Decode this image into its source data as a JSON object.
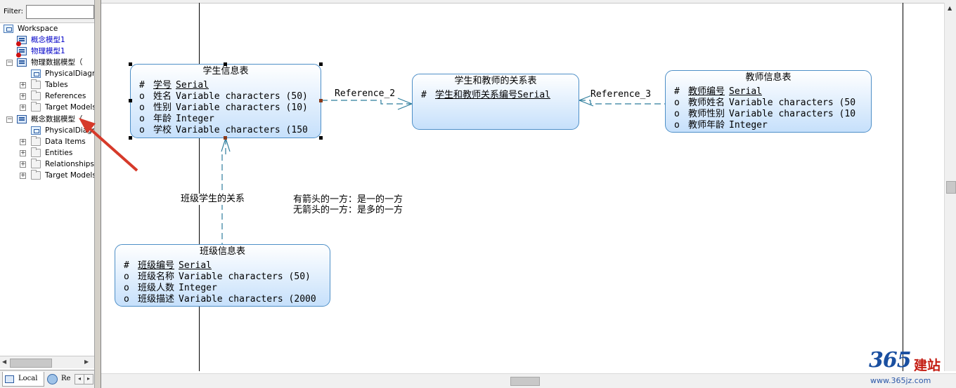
{
  "filter": {
    "label": "Filter:",
    "value": ""
  },
  "tree": [
    {
      "label": "Workspace",
      "type": "workspace"
    },
    {
      "label": "概念模型1",
      "type": "cdm",
      "blue": true
    },
    {
      "label": "物理模型1",
      "type": "pdm",
      "blue": true
    },
    {
      "label": "物理数据模型（",
      "type": "pdm",
      "expander": "−"
    },
    {
      "label": "PhysicalDiagram",
      "type": "diagram"
    },
    {
      "label": "Tables",
      "type": "folder",
      "expander": "+"
    },
    {
      "label": "References",
      "type": "folder",
      "expander": "+"
    },
    {
      "label": "Target Models",
      "type": "folder",
      "expander": "+"
    },
    {
      "label": "概念数据模型（",
      "type": "cdm",
      "expander": "−"
    },
    {
      "label": "PhysicalDiagram",
      "type": "diagram"
    },
    {
      "label": "Data Items",
      "type": "folder",
      "expander": "+"
    },
    {
      "label": "Entities",
      "type": "folder",
      "expander": "+"
    },
    {
      "label": "Relationships",
      "type": "folder",
      "expander": "+"
    },
    {
      "label": "Target Models",
      "type": "folder",
      "expander": "+"
    }
  ],
  "bottom_tabs": {
    "local": "Local",
    "repository": "Re"
  },
  "entities": {
    "student": {
      "title": "学生信息表",
      "rows": [
        {
          "prefix": "#",
          "name": "学号",
          "type": "Serial",
          "key": true
        },
        {
          "prefix": "o",
          "name": "姓名",
          "type": "Variable characters (50)"
        },
        {
          "prefix": "o",
          "name": "性别",
          "type": "Variable characters (10)"
        },
        {
          "prefix": "o",
          "name": "年龄",
          "type": "Integer"
        },
        {
          "prefix": "o",
          "name": "学校",
          "type": "Variable characters (150"
        }
      ]
    },
    "link": {
      "title": "学生和教师的关系表",
      "rows": [
        {
          "prefix": "#",
          "name": "学生和教师关系编号",
          "type": "Serial",
          "key": true
        }
      ]
    },
    "teacher": {
      "title": "教师信息表",
      "rows": [
        {
          "prefix": "#",
          "name": "教师编号",
          "type": "Serial",
          "key": true
        },
        {
          "prefix": "o",
          "name": "教师姓名",
          "type": "Variable characters (50"
        },
        {
          "prefix": "o",
          "name": "教师性别",
          "type": "Variable characters (10"
        },
        {
          "prefix": "o",
          "name": "教师年龄",
          "type": "Integer"
        }
      ]
    },
    "class": {
      "title": "班级信息表",
      "rows": [
        {
          "prefix": "#",
          "name": "班级编号",
          "type": "Serial",
          "key": true
        },
        {
          "prefix": "o",
          "name": "班级名称",
          "type": "Variable characters (50)"
        },
        {
          "prefix": "o",
          "name": "班级人数",
          "type": "Integer"
        },
        {
          "prefix": "o",
          "name": "班级描述",
          "type": "Variable characters (2000"
        }
      ]
    }
  },
  "relations": {
    "ref2": "Reference_2",
    "ref3": "Reference_3",
    "class_student": "班级学生的关系"
  },
  "notes": {
    "line1": "有箭头的一方：是一的一方",
    "line2": "无箭头的一方：是多的一方"
  },
  "watermark": {
    "number": "365",
    "cn": "建站",
    "url": "www.365jz.com"
  },
  "colors": {
    "entity_border": "#4e8fc7",
    "link_line": "#2e7d9c",
    "arrow": "#d63a2a"
  }
}
